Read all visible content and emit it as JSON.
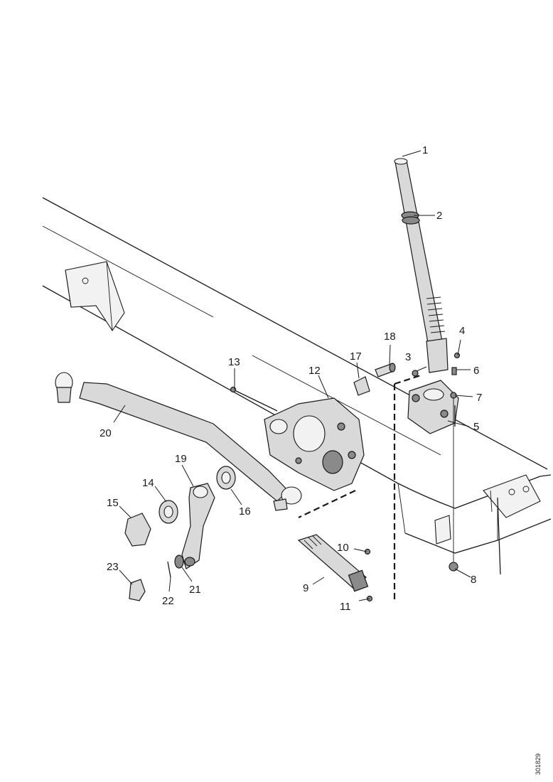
{
  "callouts": [
    "1",
    "2",
    "3",
    "4",
    "5",
    "6",
    "7",
    "8",
    "9",
    "10",
    "11",
    "12",
    "13",
    "14",
    "15",
    "16",
    "17",
    "18",
    "19",
    "20",
    "21",
    "22",
    "23"
  ],
  "reference_code": "301829"
}
